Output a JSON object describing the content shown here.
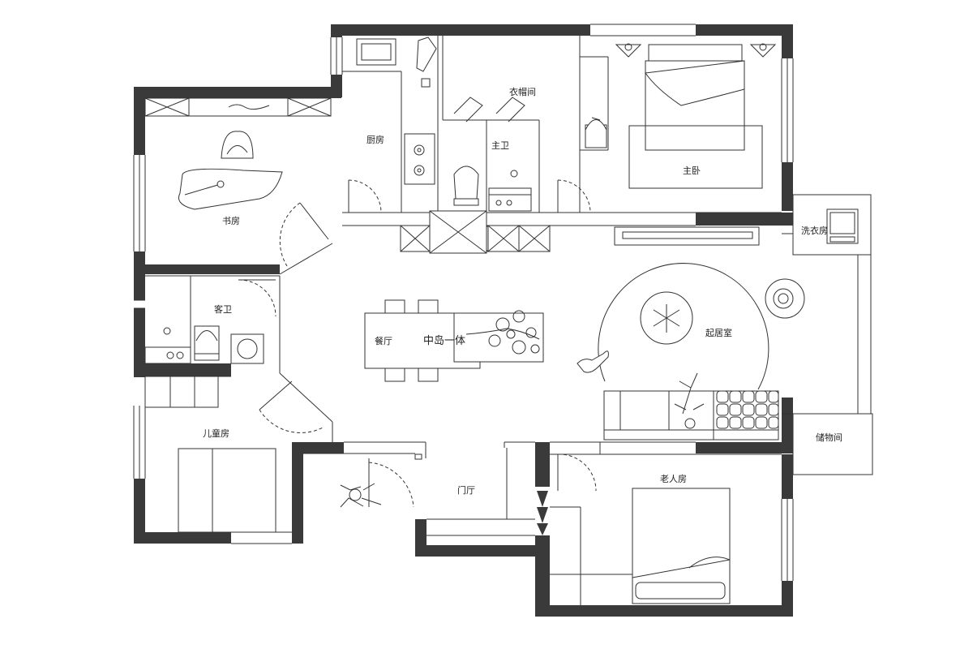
{
  "rooms": {
    "study": "书房",
    "kitchen": "厨房",
    "walkin_closet": "衣帽间",
    "master_bath": "主卫",
    "master_bedroom": "主卧",
    "laundry": "洗衣房",
    "guest_bath": "客卫",
    "dining": "餐厅",
    "island": "中岛一体",
    "living": "起居室",
    "kids_room": "儿童房",
    "storage": "储物间",
    "entrance": "门厅",
    "elder_room": "老人房"
  }
}
